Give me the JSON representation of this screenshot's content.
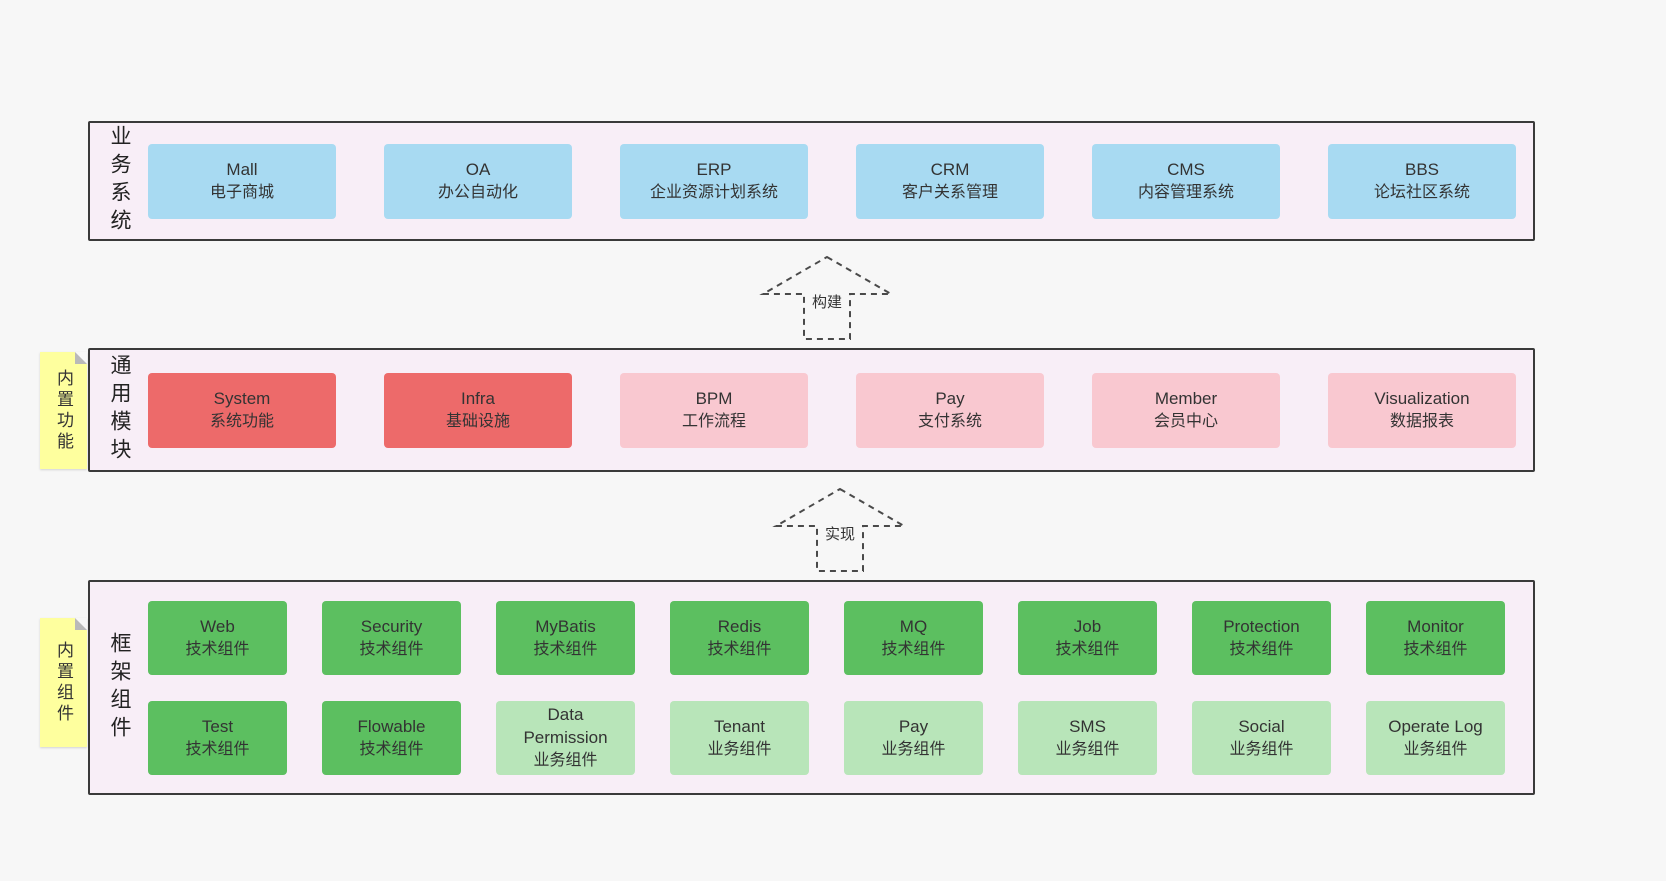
{
  "colors": {
    "blue": "#a8daf2",
    "red": "#ed6a6a",
    "pink": "#f9c8d0",
    "green_dark": "#5cbf60",
    "green_light": "#b8e5b9",
    "sticky_yellow": "#feff9e",
    "panel_bg": "#f8eef7",
    "panel_border": "#3a3a3a"
  },
  "arrows": [
    {
      "label": "构建"
    },
    {
      "label": "实现"
    }
  ],
  "business_layer": {
    "side_label": "业务系统",
    "boxes": [
      {
        "title": "Mall",
        "subtitle": "电子商城",
        "variant": "blue"
      },
      {
        "title": "OA",
        "subtitle": "办公自动化",
        "variant": "blue"
      },
      {
        "title": "ERP",
        "subtitle": "企业资源计划系统",
        "variant": "blue"
      },
      {
        "title": "CRM",
        "subtitle": "客户关系管理",
        "variant": "blue"
      },
      {
        "title": "CMS",
        "subtitle": "内容管理系统",
        "variant": "blue"
      },
      {
        "title": "BBS",
        "subtitle": "论坛社区系统",
        "variant": "blue"
      }
    ]
  },
  "module_layer": {
    "side_label": "通用模块",
    "sticky_label": "内置功能",
    "boxes": [
      {
        "title": "System",
        "subtitle": "系统功能",
        "variant": "red"
      },
      {
        "title": "Infra",
        "subtitle": "基础设施",
        "variant": "red"
      },
      {
        "title": "BPM",
        "subtitle": "工作流程",
        "variant": "pink"
      },
      {
        "title": "Pay",
        "subtitle": "支付系统",
        "variant": "pink"
      },
      {
        "title": "Member",
        "subtitle": "会员中心",
        "variant": "pink"
      },
      {
        "title": "Visualization",
        "subtitle": "数据报表",
        "variant": "pink"
      }
    ]
  },
  "component_layer": {
    "side_label": "框架组件",
    "sticky_label": "内置组件",
    "row1": [
      {
        "title": "Web",
        "subtitle": "技术组件",
        "variant": "green-dark"
      },
      {
        "title": "Security",
        "subtitle": "技术组件",
        "variant": "green-dark"
      },
      {
        "title": "MyBatis",
        "subtitle": "技术组件",
        "variant": "green-dark"
      },
      {
        "title": "Redis",
        "subtitle": "技术组件",
        "variant": "green-dark"
      },
      {
        "title": "MQ",
        "subtitle": "技术组件",
        "variant": "green-dark"
      },
      {
        "title": "Job",
        "subtitle": "技术组件",
        "variant": "green-dark"
      },
      {
        "title": "Protection",
        "subtitle": "技术组件",
        "variant": "green-dark"
      },
      {
        "title": "Monitor",
        "subtitle": "技术组件",
        "variant": "green-dark"
      }
    ],
    "row2": [
      {
        "title": "Test",
        "subtitle": "技术组件",
        "variant": "green-dark"
      },
      {
        "title": "Flowable",
        "subtitle": "技术组件",
        "variant": "green-dark"
      },
      {
        "title": "Data Permission",
        "subtitle": "业务组件",
        "variant": "green-light"
      },
      {
        "title": "Tenant",
        "subtitle": "业务组件",
        "variant": "green-light"
      },
      {
        "title": "Pay",
        "subtitle": "业务组件",
        "variant": "green-light"
      },
      {
        "title": "SMS",
        "subtitle": "业务组件",
        "variant": "green-light"
      },
      {
        "title": "Social",
        "subtitle": "业务组件",
        "variant": "green-light"
      },
      {
        "title": "Operate Log",
        "subtitle": "业务组件",
        "variant": "green-light"
      }
    ]
  }
}
